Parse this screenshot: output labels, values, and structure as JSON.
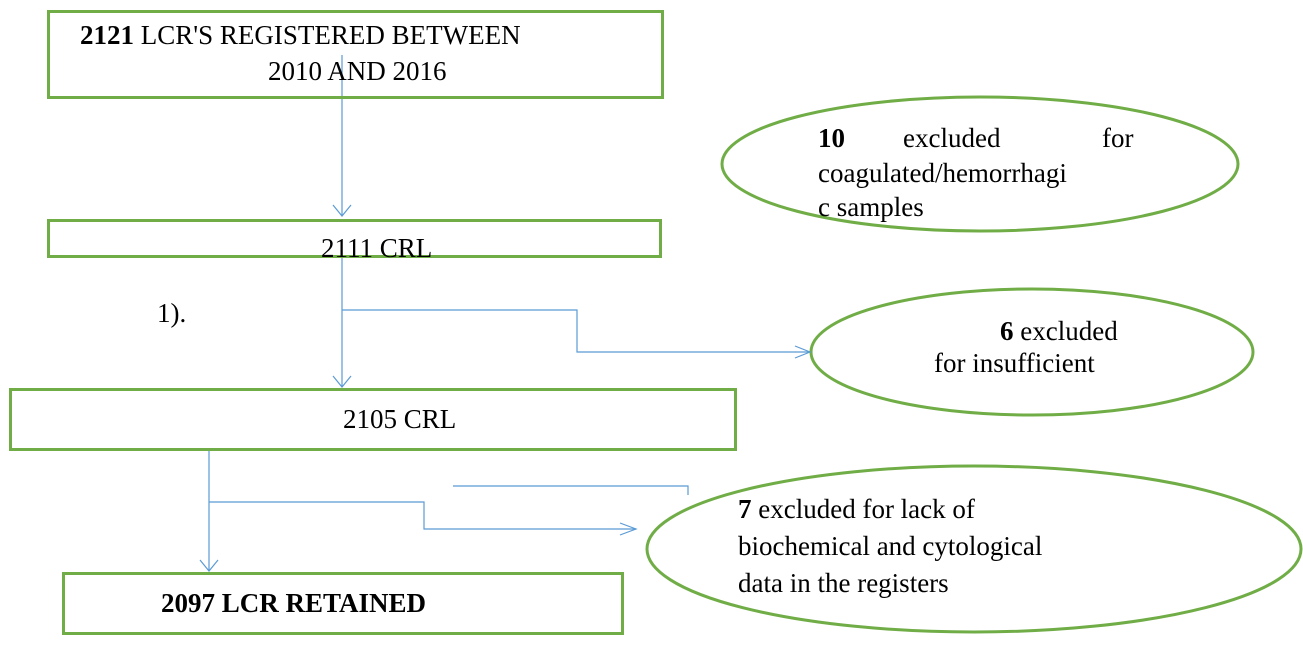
{
  "diagram": {
    "type": "flowchart",
    "colors": {
      "box_border": "#70ad47",
      "ellipse_border": "#70ad47",
      "connector": "#5b9bd5",
      "text": "#000000"
    },
    "nodes": [
      {
        "id": "registered",
        "shape": "rectangle",
        "count": "2121",
        "text_line1": "LCR'S REGISTERED BETWEEN",
        "text_line2": "2010 AND 2016"
      },
      {
        "id": "step1",
        "shape": "rectangle",
        "text": "2111 CRL"
      },
      {
        "id": "step2",
        "shape": "rectangle",
        "text": "2105 CRL"
      },
      {
        "id": "retained",
        "shape": "rectangle",
        "text": "2097 LCR RETAINED"
      },
      {
        "id": "excl-coagulated",
        "shape": "ellipse",
        "count": "10",
        "text_words": [
          "excluded",
          "for"
        ],
        "text_line2": "coagulated/hemorrhagi",
        "text_line3": "c samples"
      },
      {
        "id": "excl-insufficient",
        "shape": "ellipse",
        "count": "6",
        "text_line1": "excluded",
        "text_line2": "for insufficient"
      },
      {
        "id": "excl-lack",
        "shape": "ellipse",
        "count": "7",
        "text_line1": "excluded for lack of",
        "text_line2": "biochemical and cytological",
        "text_line3": "data in the registers"
      }
    ],
    "edges": [
      {
        "from": "registered",
        "to": "step1"
      },
      {
        "from": "step1",
        "to": "step2"
      },
      {
        "from": "step1",
        "to": "excl-insufficient"
      },
      {
        "from": "step2",
        "to": "retained"
      },
      {
        "from": "step2",
        "to": "excl-lack"
      }
    ],
    "stray_label": "1)."
  }
}
